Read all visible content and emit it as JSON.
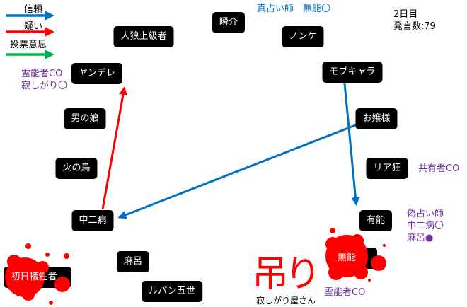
{
  "legend": [
    {
      "label": "信頼",
      "color": "#0070c0"
    },
    {
      "label": "疑い",
      "color": "#ff0000"
    },
    {
      "label": "投票意思",
      "color": "#00b050"
    }
  ],
  "info": {
    "day": "2日目",
    "post_count": "発言数:79"
  },
  "nodes": {
    "shunsuke": "瞬介",
    "nonke": "ノンケ",
    "jinro": "人狼上級者",
    "mob": "モブキャラ",
    "yandere": "ヤンデレ",
    "ojou": "お嬢様",
    "otokonoko": "男の娘",
    "riakyo": "リア狂",
    "hinotori": "火の鳥",
    "chuni": "中二病",
    "yuno": "有能",
    "maro": "麻呂",
    "muno": "無能",
    "shonichi": "初日犠牲者",
    "lupin": "ルパン五世"
  },
  "annotations": {
    "seer": "真占い師　無能〇",
    "yandere_1": "霊能者CO",
    "yandere_2": "寂しがり〇",
    "riakyo": "共有者CO",
    "yuno_1": "偽占い師",
    "yuno_2": "中二病〇",
    "yuno_3": "麻呂●",
    "muno": "霊能者CO"
  },
  "hanged": {
    "label": "吊り",
    "note": "寂しがり屋さん"
  },
  "colors": {
    "trust": "#0070c0",
    "doubt": "#ff0000",
    "vote": "#00b050",
    "co": "#7030a0",
    "blood": "#ff0000"
  }
}
